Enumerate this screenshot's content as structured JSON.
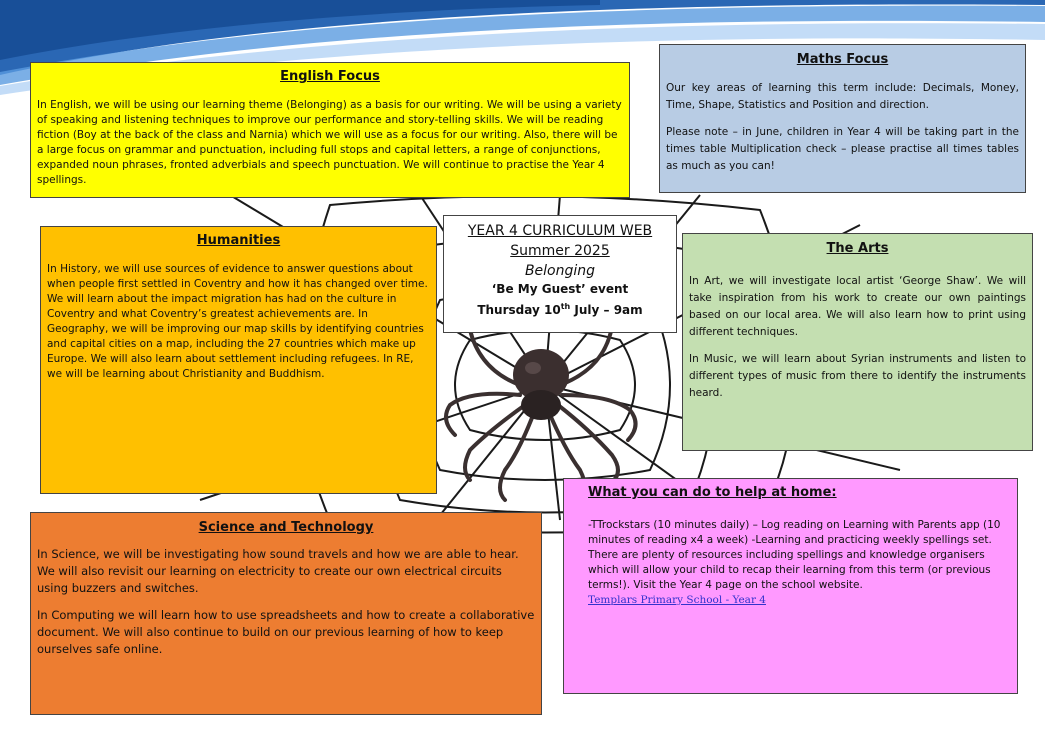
{
  "title_box": {
    "line1": "YEAR 4 CURRICULUM WEB",
    "line2": "Summer 2025",
    "line3": "Belonging",
    "line4": "‘Be My Guest’ event",
    "line5_pre": "Thursday 10",
    "line5_sup": "th",
    "line5_post": " July – 9am"
  },
  "english": {
    "heading": "English Focus",
    "text": "In English, we will be using our learning theme (Belonging) as a basis for our writing. We will be using a variety of speaking and listening techniques to improve our performance and story-telling skills. We will be reading fiction (Boy at the back of the class and Narnia) which we will use as a focus for our writing. Also, there will be a large focus on grammar and punctuation, including full stops and capital letters, a range of conjunctions, expanded noun phrases, fronted adverbials and speech punctuation. We will continue to practise the Year 4 spellings."
  },
  "maths": {
    "heading": "Maths Focus",
    "para1": "Our key areas of learning this term include: Decimals, Money, Time, Shape, Statistics and Position and direction.",
    "para2": "Please note – in June, children in Year 4 will be taking part in the times table Multiplication check – please practise all times tables as much as you can!"
  },
  "humanities": {
    "heading": "Humanities",
    "text": "In History, we will use sources of evidence to answer questions about when people first settled in Coventry and how it has changed over time. We will learn about the impact migration has had on the culture in Coventry and what Coventry’s greatest achievements are. In Geography, we will be improving our map skills by identifying countries and capital cities on a map, including the 27 countries which make up Europe. We will also learn about settlement including refugees. In RE, we will be learning about Christianity and Buddhism."
  },
  "arts": {
    "heading": "The Arts",
    "para1": "In Art, we will investigate local artist ‘George Shaw’. We will take inspiration from his work to create our own paintings based on our local area. We will also learn how to print using different techniques.",
    "para2": " In Music, we will learn about Syrian instruments and listen to different types of music from there to identify the instruments heard."
  },
  "science": {
    "heading": "Science and Technology",
    "para1": "In Science, we will be investigating how sound travels and how we are able to hear. We will also revisit our learning on electricity to create our own electrical circuits using buzzers and switches.",
    "para2": "In Computing we will learn how to use spreadsheets and how to create a collaborative document. We will also continue to build on our previous learning of how to keep ourselves safe online."
  },
  "home": {
    "heading": "What you can do to help at home:",
    "text": "-TTrockstars (10 minutes daily) – Log reading on Learning with Parents app (10 minutes of reading x4 a week) -Learning and practicing weekly spellings set. There are plenty of resources including spellings and knowledge organisers which will allow your child to recap their learning from this term (or previous terms!). Visit the Year 4 page on the school website.",
    "link": "Templars Primary School - Year 4"
  },
  "colors": {
    "english": "#ffff00",
    "maths": "#b8cce4",
    "humanities": "#ffc000",
    "arts": "#c4dfb1",
    "science": "#ed7d31",
    "home": "#ff99ff"
  }
}
